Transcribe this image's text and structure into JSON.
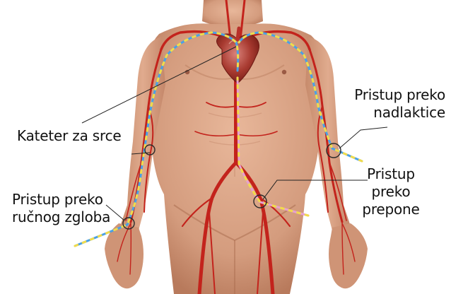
{
  "labels": {
    "kateter": "Kateter za srce",
    "nadlaktica": [
      "Pristup preko",
      "nadlaktice"
    ],
    "preponu": [
      "Pristup",
      "preko",
      "prepone"
    ],
    "rucni_zglob": [
      "Pristup preko",
      "ručnog zgloba"
    ]
  },
  "colors": {
    "skin": "#d8a386",
    "skin_shadow": "#b97c5e",
    "artery": "#c3231c",
    "heart": "#a3302a",
    "catheter_blue": "#4aa0e6",
    "catheter_yellow": "#f2dc4a",
    "catheter_pink": "#e6a0d2",
    "text": "#111111",
    "callout_line": "#222222"
  },
  "icons": [
    "anatomy-body-illustration",
    "heart-illustration",
    "artery-network"
  ]
}
